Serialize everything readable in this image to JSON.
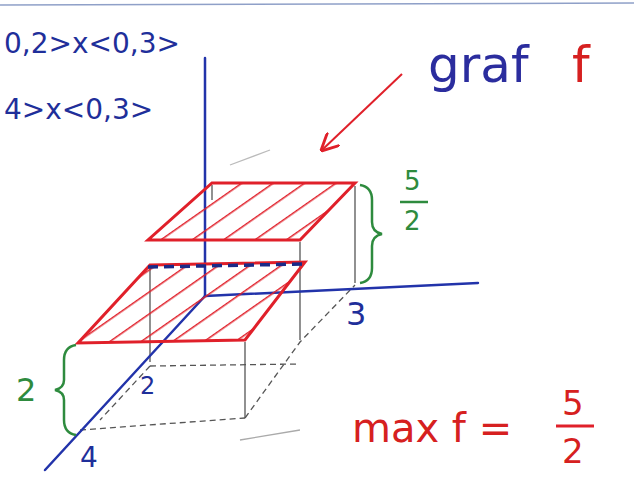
{
  "diagram": {
    "labels": [
      "0,2>x<0,3>",
      "4>x<0,3>",
      "graf",
      "f",
      "5",
      "2",
      "2",
      "3",
      "2",
      "4",
      "max f =",
      "5",
      "2"
    ]
  }
}
